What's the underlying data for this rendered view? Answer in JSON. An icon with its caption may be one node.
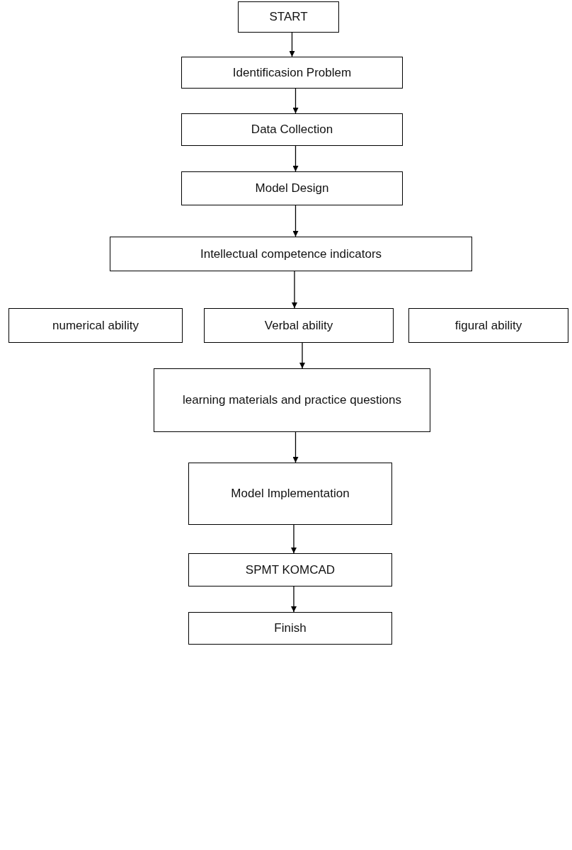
{
  "diagram": {
    "nodes": [
      {
        "text": [
          "START"
        ]
      },
      {
        "text": [
          "Identificasion Problem"
        ]
      },
      {
        "text": [
          "Data Collection"
        ]
      },
      {
        "text": [
          "Model Design"
        ]
      },
      {
        "text": [
          "Intellectual competence indicators"
        ]
      },
      {
        "text": [
          "numerical ability"
        ]
      },
      {
        "text": [
          "Verbal ability"
        ]
      },
      {
        "text": [
          "figural ability"
        ]
      },
      {
        "text": [
          "learning materials and practice questions"
        ]
      },
      {
        "text": [
          "Model Implementation"
        ]
      },
      {
        "text": [
          "SPMT KOMCAD"
        ]
      },
      {
        "text": [
          "Finish"
        ]
      }
    ],
    "edges": [
      {
        "from": 0,
        "to": 1,
        "arrow": "to"
      },
      {
        "from": 1,
        "to": 2,
        "arrow": "to"
      },
      {
        "from": 2,
        "to": 3,
        "arrow": "to"
      },
      {
        "from": 3,
        "to": 4,
        "arrow": "to"
      },
      {
        "from": 4,
        "to": 6,
        "arrow": "to"
      },
      {
        "from": 6,
        "to": 8,
        "arrow": "to"
      },
      {
        "from": 8,
        "to": 9,
        "arrow": "to"
      },
      {
        "from": 9,
        "to": 10,
        "arrow": "to"
      },
      {
        "from": 10,
        "to": 11,
        "arrow": "to"
      }
    ]
  }
}
